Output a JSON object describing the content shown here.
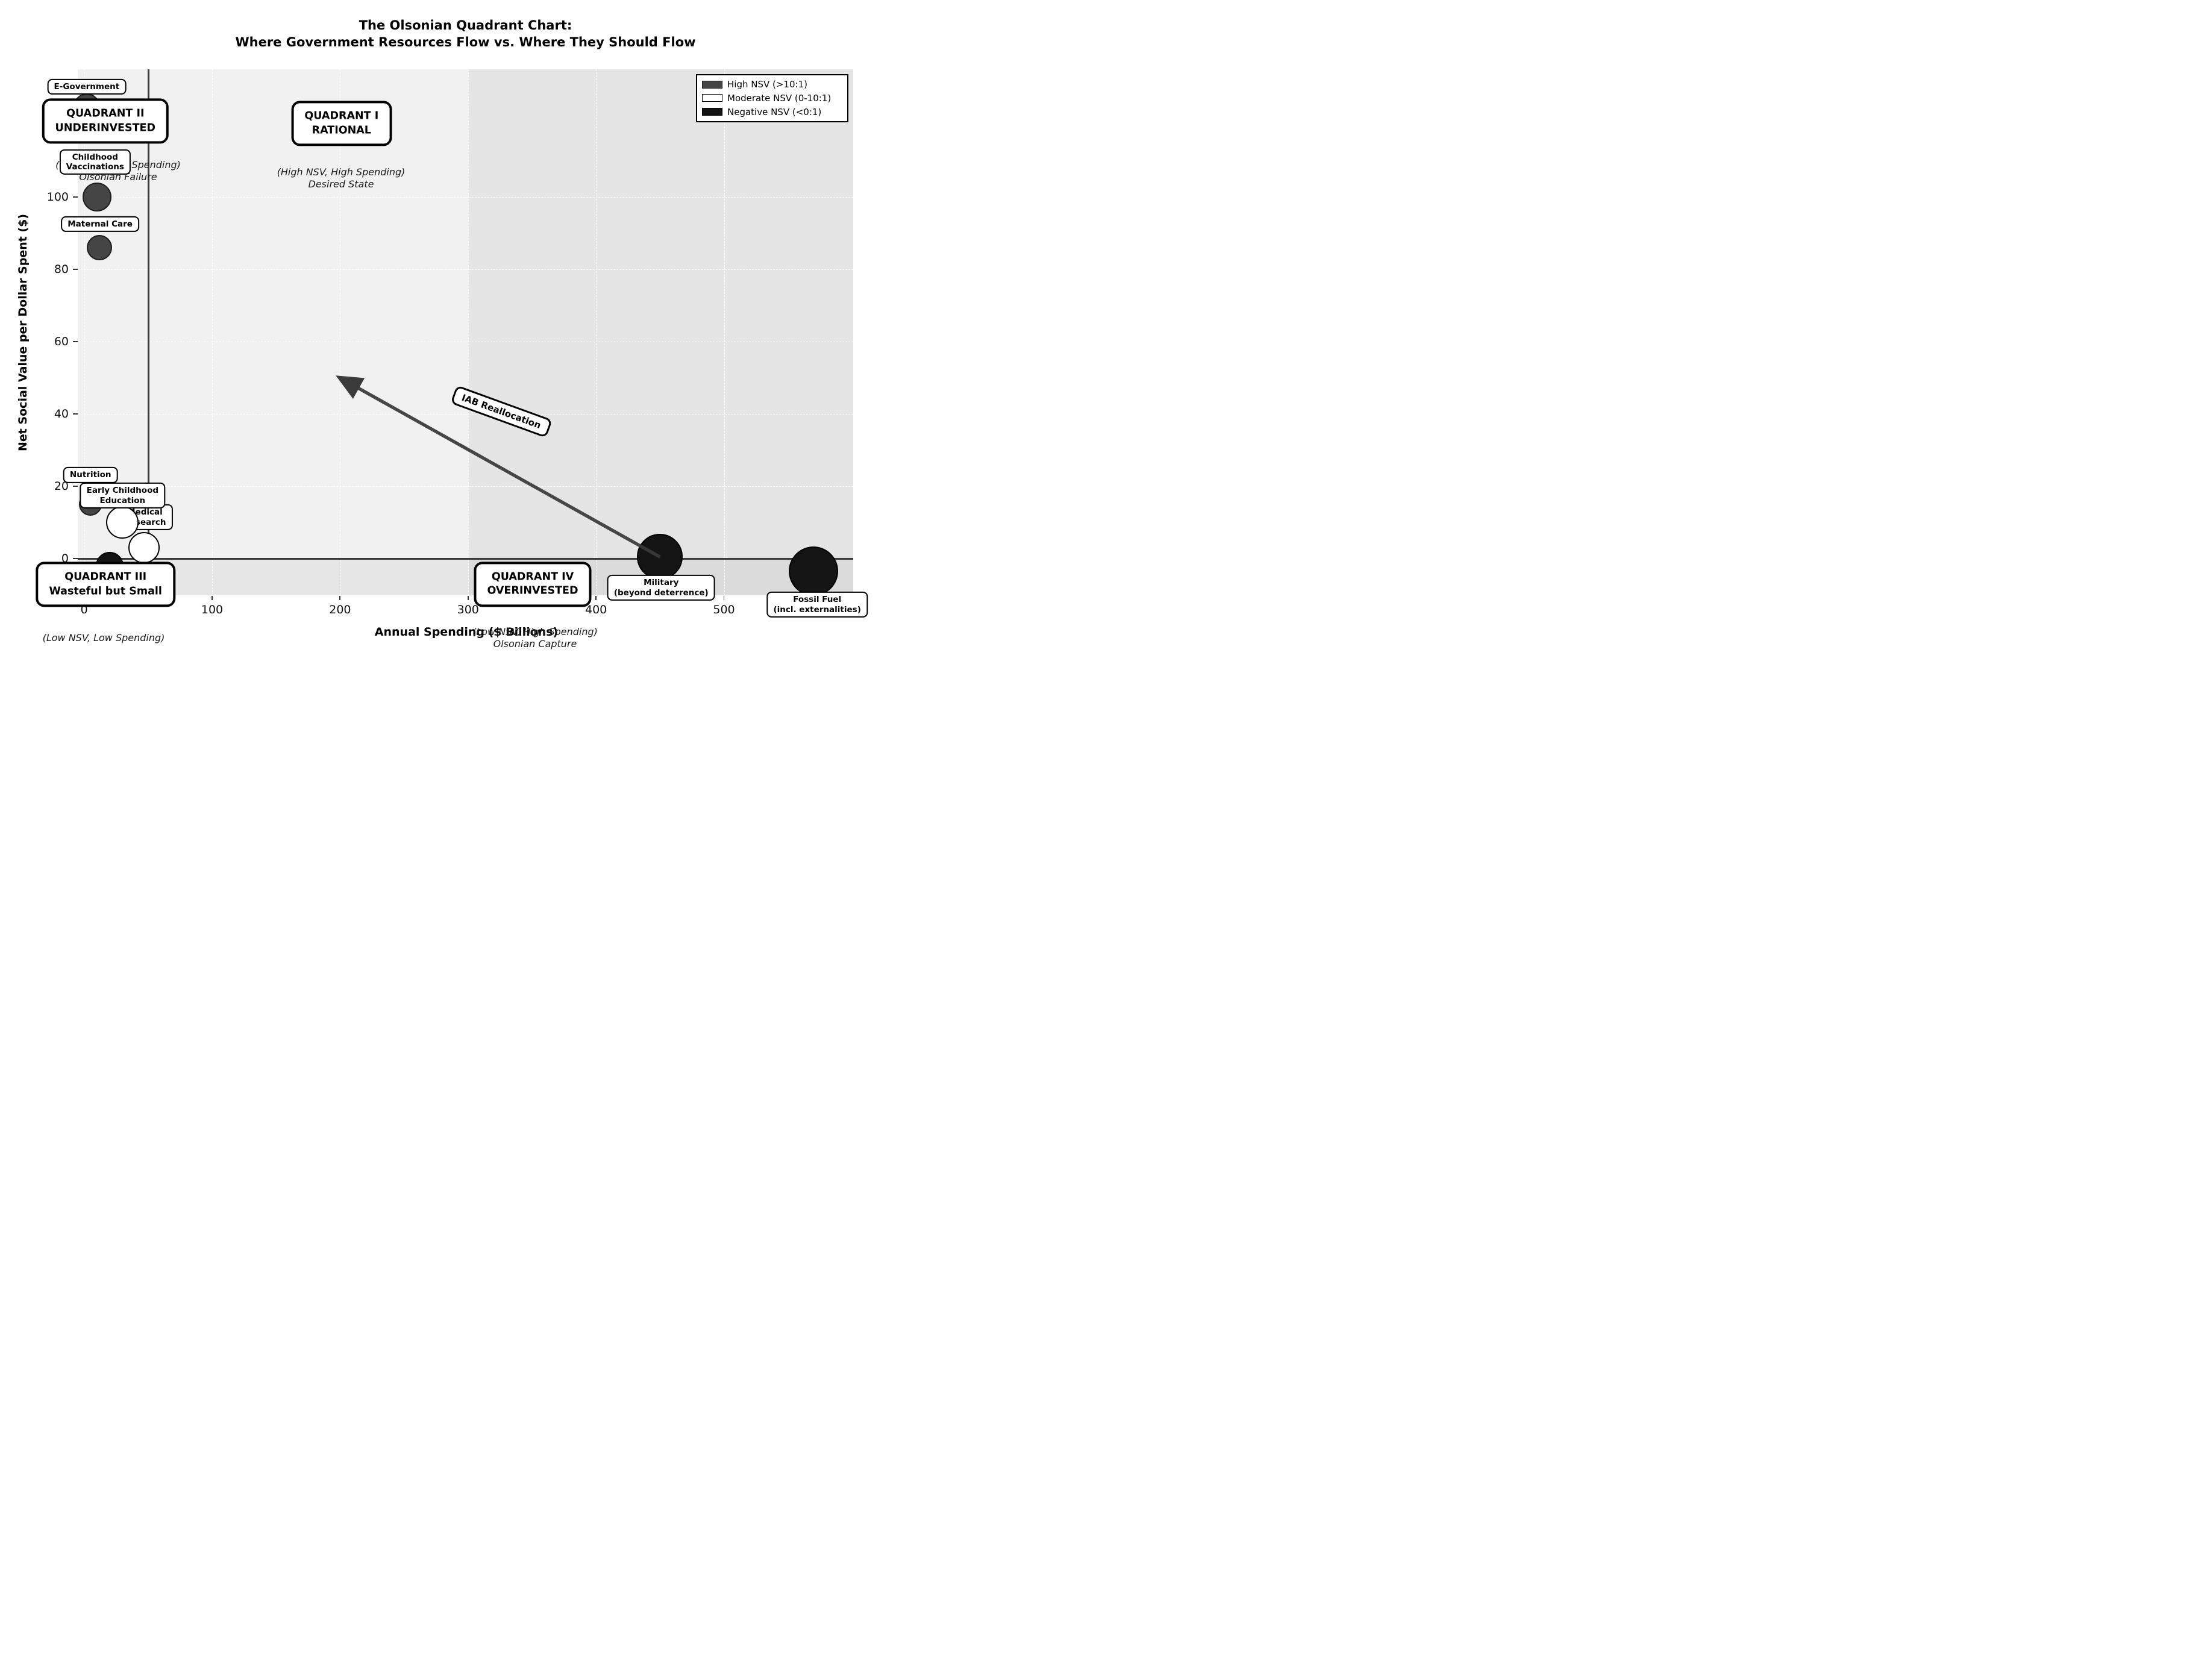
{
  "title": {
    "line1": "The Olsonian Quadrant Chart:",
    "line2": "Where Government Resources Flow vs. Where They Should Flow"
  },
  "axes": {
    "xlabel": "Annual Spending ($ Billions)",
    "ylabel": "Net Social Value per Dollar Spent ($)"
  },
  "legend": {
    "items": [
      {
        "label": "High NSV (>10:1)",
        "fill": "#454545",
        "edge": "#1e1e1e"
      },
      {
        "label": "Moderate NSV (0-10:1)",
        "fill": "#ffffff",
        "edge": "#000000"
      },
      {
        "label": "Negative NSV (<0:1)",
        "fill": "#141414",
        "edge": "#000000"
      }
    ]
  },
  "quadrants": {
    "q2": {
      "title": "QUADRANT II",
      "subtitle": "UNDERINVESTED",
      "caption_line1": "(High NSV, Low Spending)",
      "caption_line2": "Olsonian Failure"
    },
    "q1": {
      "title": "QUADRANT I",
      "subtitle": "RATIONAL",
      "caption_line1": "(High NSV, High Spending)",
      "caption_line2": "Desired State"
    },
    "q3": {
      "title": "QUADRANT III",
      "subtitle": "Wasteful but Small",
      "caption_line1": "(Low NSV, Low Spending)",
      "caption_line2": ""
    },
    "q4": {
      "title": "QUADRANT IV",
      "subtitle": "OVERINVESTED",
      "caption_line1": "(Low NSV, High Spending)",
      "caption_line2": "Olsonian Capture"
    }
  },
  "chart_data": {
    "type": "scatter",
    "title": "The Olsonian Quadrant Chart:\nWhere Government Resources Flow vs. Where They Should Flow",
    "xlabel": "Annual Spending ($ Billions)",
    "ylabel": "Net Social Value per Dollar Spent ($)",
    "xlim": [
      -5,
      601
    ],
    "ylim": [
      -10.1,
      135.3
    ],
    "xticks": [
      0,
      100,
      200,
      300,
      400,
      500
    ],
    "yticks": [
      0,
      20,
      40,
      60,
      80,
      100
    ],
    "grid": "dashed",
    "legend_position": "upper right",
    "divider_x": 50,
    "divider_y": 0,
    "shade_split_x": 300,
    "series": [
      {
        "name": "High NSV (>10:1)",
        "fill": "#454545",
        "edge": "#1e1e1e",
        "points": [
          {
            "label": "E-Government",
            "lines": [
              "E-Government"
            ],
            "x": 2,
            "y": 125,
            "r": 22,
            "label_dx": 0,
            "label_dy": -33
          },
          {
            "label": "Childhood Vaccinations",
            "lines": [
              "Childhood",
              "Vaccinations"
            ],
            "x": 10,
            "y": 100,
            "r": 24,
            "label_dx": -3,
            "label_dy": -58
          },
          {
            "label": "Maternal Care",
            "lines": [
              "Maternal Care"
            ],
            "x": 12,
            "y": 86,
            "r": 21,
            "label_dx": 1,
            "label_dy": -39
          },
          {
            "label": "Nutrition",
            "lines": [
              "Nutrition"
            ],
            "x": 5,
            "y": 15,
            "r": 19,
            "label_dx": 0,
            "label_dy": -49
          }
        ]
      },
      {
        "name": "Moderate NSV (0-10:1)",
        "fill": "#ffffff",
        "edge": "#000000",
        "points": [
          {
            "label": "Early Childhood Education",
            "lines": [
              "Early Childhood",
              "Education"
            ],
            "x": 30,
            "y": 10,
            "r": 27,
            "label_dx": 0,
            "label_dy": -45
          },
          {
            "label": "Medical Research",
            "lines": [
              "Medical",
              "Research"
            ],
            "x": 47,
            "y": 3,
            "r": 26,
            "label_dx": 1,
            "label_dy": -51,
            "label_behind": true
          }
        ]
      },
      {
        "name": "Negative NSV (<0:1)",
        "fill": "#141414",
        "edge": "#000000",
        "points": [
          {
            "label": null,
            "lines": [],
            "x": 20,
            "y": -2,
            "r": 23
          },
          {
            "label": "Military (beyond deterrence)",
            "lines": [
              "Military",
              "(beyond deterrence)"
            ],
            "x": 450,
            "y": 0.5,
            "r": 38,
            "label_dx": 2,
            "label_dy": 51
          },
          {
            "label": "Fossil Fuel (incl. externalities)",
            "lines": [
              "Fossil Fuel",
              "(incl. externalities)"
            ],
            "x": 570,
            "y": -3.5,
            "r": 41,
            "label_dx": 6,
            "label_dy": 55
          }
        ]
      }
    ],
    "arrow": {
      "from_x": 450,
      "from_y": 0.5,
      "to_x": 200,
      "to_y": 50,
      "label": "IAB Reallocation",
      "rotation_deg": 20,
      "color": "#3a3a3a"
    }
  }
}
